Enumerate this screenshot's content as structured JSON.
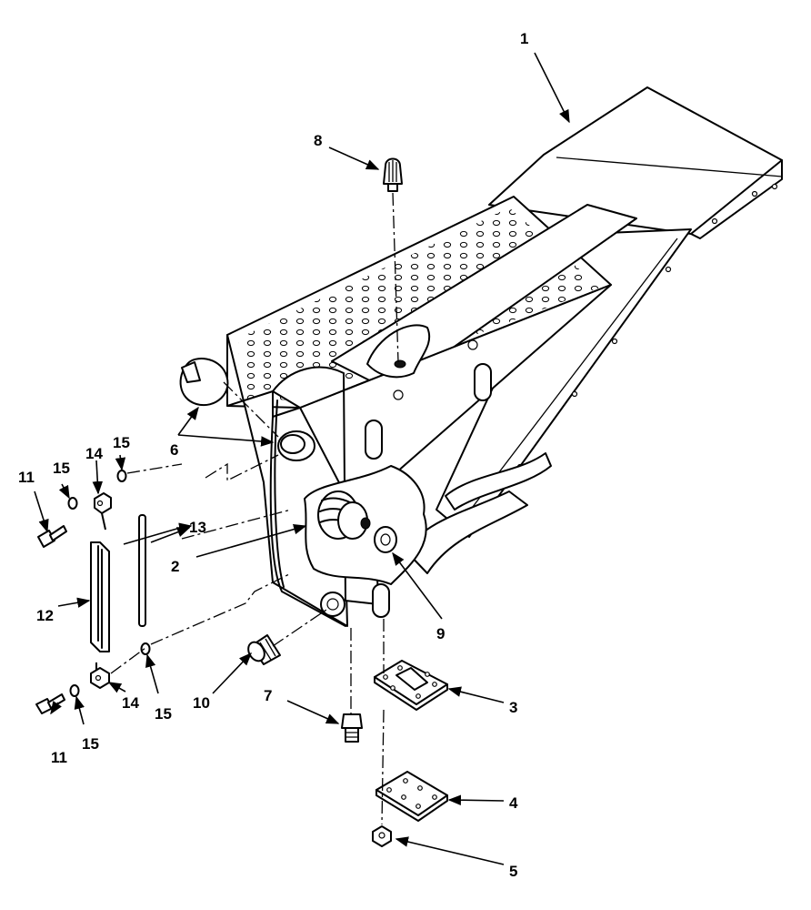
{
  "callouts": {
    "c1": "1",
    "c2": "2",
    "c3": "3",
    "c4": "4",
    "c5": "5",
    "c6": "6",
    "c7": "7",
    "c8": "8",
    "c9": "9",
    "c10": "10",
    "c11a": "11",
    "c11b": "11",
    "c12": "12",
    "c13": "13",
    "c14a": "14",
    "c14b": "14",
    "c15a": "15",
    "c15b": "15",
    "c15c": "15",
    "c15d": "15"
  }
}
